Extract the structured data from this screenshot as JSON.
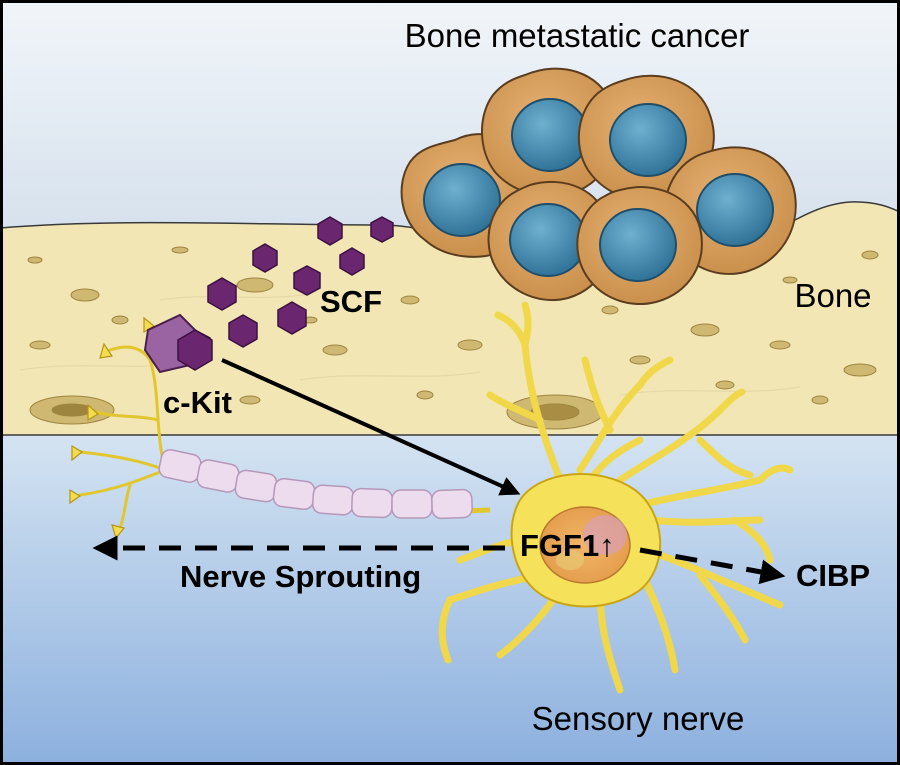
{
  "labels": {
    "cancer": "Bone metastatic cancer",
    "bone": "Bone",
    "scf": "SCF",
    "ckit": "c-Kit",
    "fgf1": "FGF1↑",
    "sprouting": "Nerve Sprouting",
    "cibp": "CIBP",
    "nerve": "Sensory nerve"
  },
  "colors": {
    "border": "#000000",
    "sky_top": "#eef3f8",
    "sky_bottom": "#c9d8ea",
    "bone_fill": "#f3e6b5",
    "bone_pore": "#cdb56a",
    "water_top": "#cfe0f0",
    "water_bottom": "#8fb3df",
    "cancer_cell": "#d59a55",
    "cancer_nucleus": "#3f86ad",
    "scf_molecule": "#6b2670",
    "receptor": "#a06aa6",
    "neuron": "#f5e15a",
    "neuron_outline": "#c9a514",
    "myelin": "#ecdcee",
    "soma_nucleus": "#e7a35c",
    "arrow": "#000000"
  },
  "icons": [
    "cancer-cell-icon",
    "scf-molecule-icon",
    "c-kit-receptor-icon",
    "neuron-icon",
    "myelin-sheath-icon"
  ]
}
